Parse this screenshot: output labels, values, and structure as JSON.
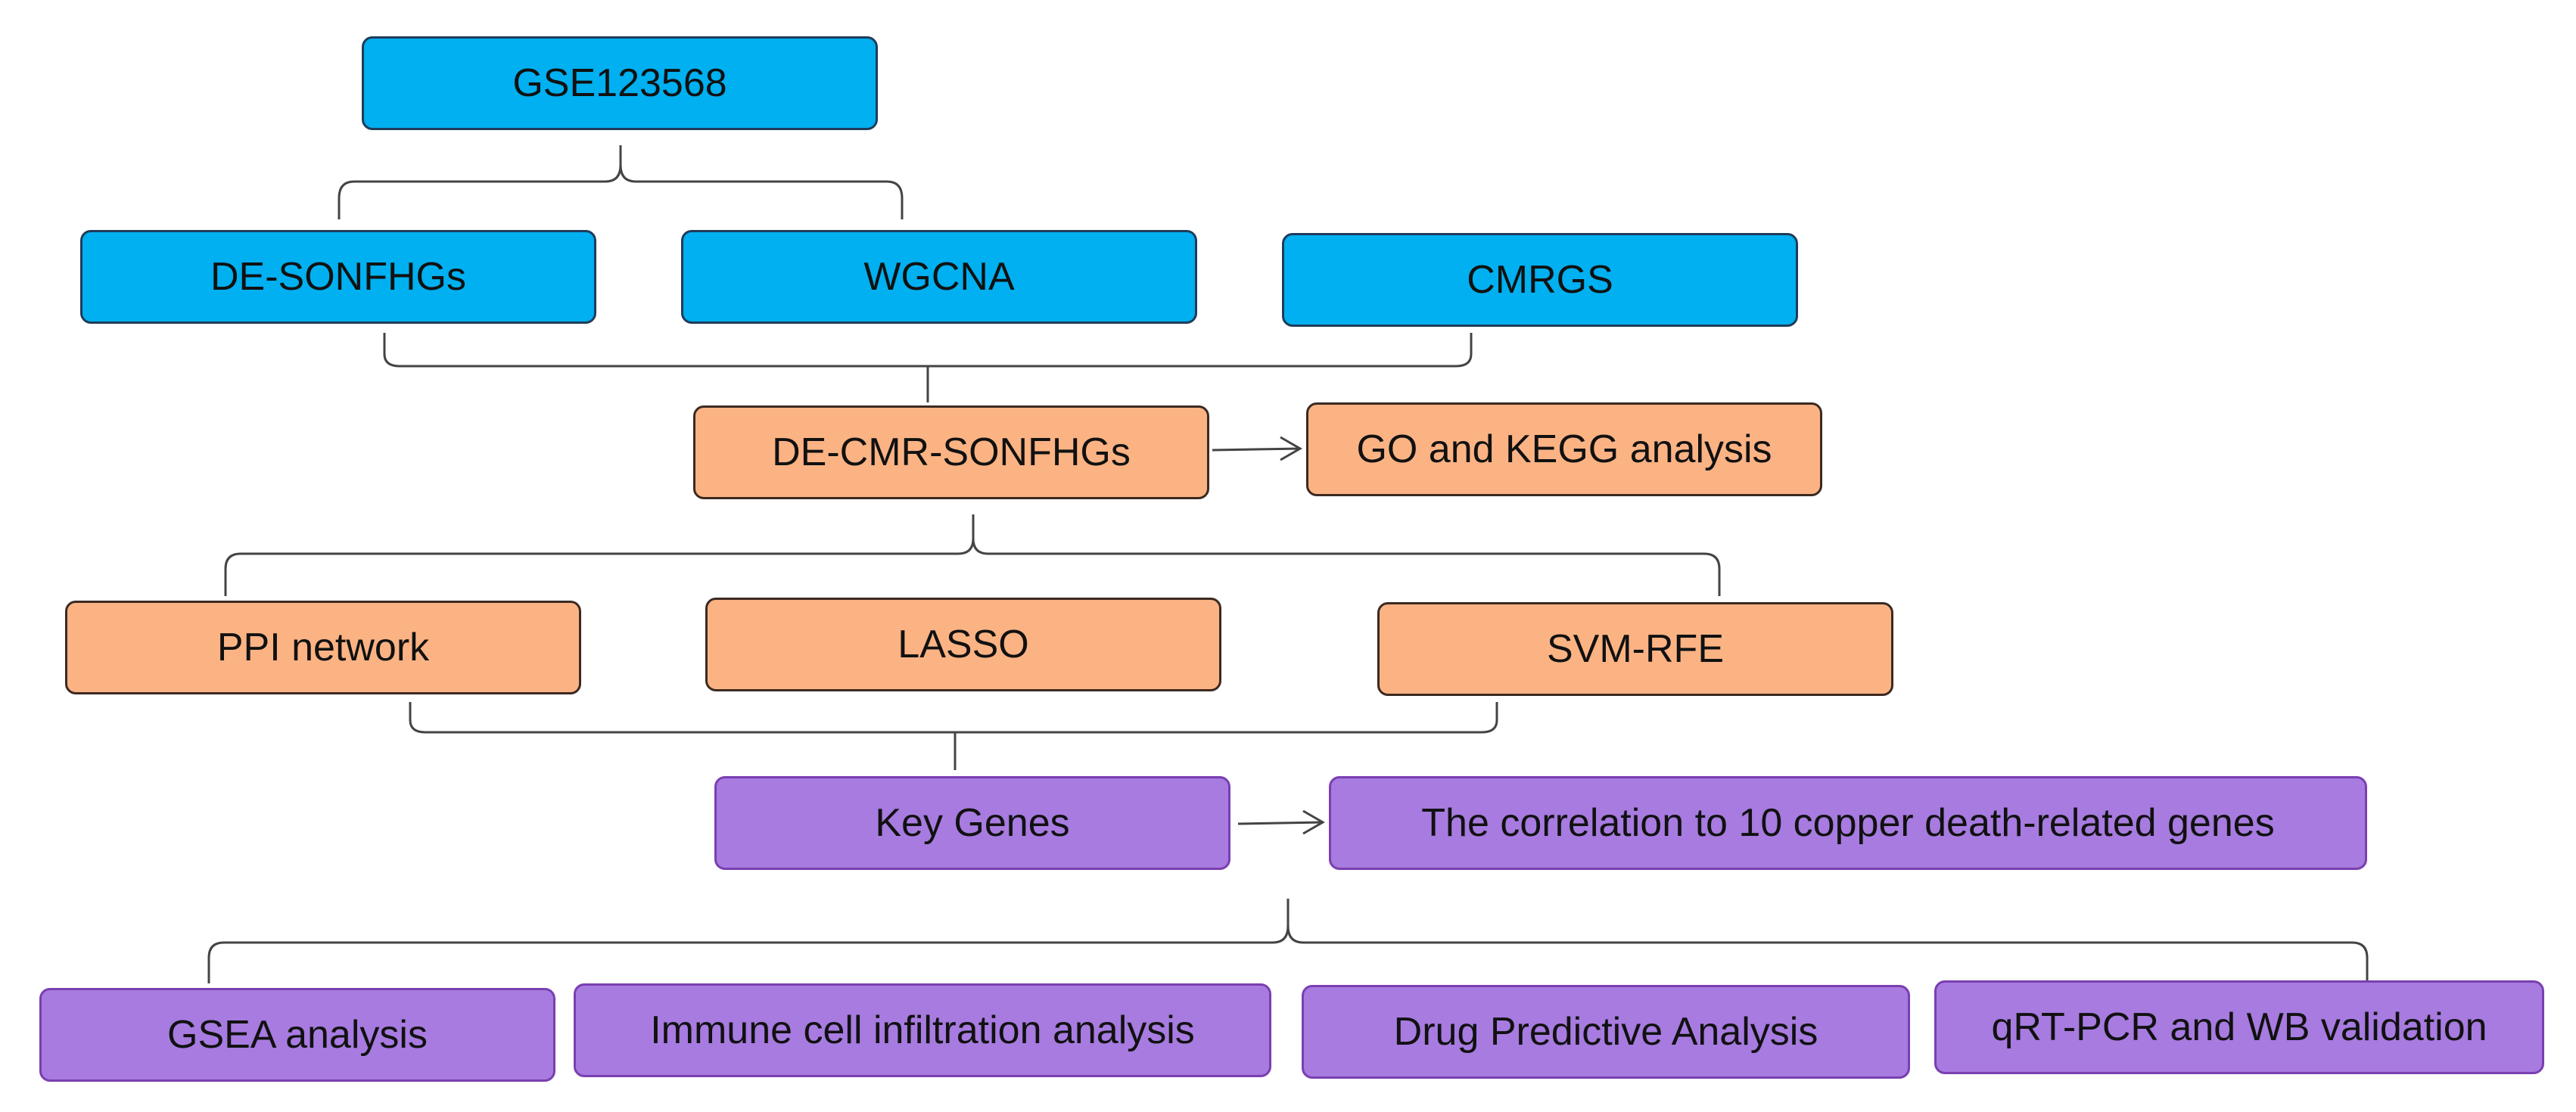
{
  "nodes": {
    "gse": "GSE123568",
    "de_sonfhgs": "DE-SONFHGs",
    "wgcna": "WGCNA",
    "cmrgs": "CMRGS",
    "de_cmr_sonfhgs": "DE-CMR-SONFHGs",
    "go_kegg": "GO and KEGG analysis",
    "ppi": "PPI network",
    "lasso": "LASSO",
    "svm_rfe": "SVM-RFE",
    "key_genes": "Key Genes",
    "correlation": "The correlation to 10 copper death-related genes",
    "gsea": "GSEA analysis",
    "immune": "Immune cell infiltration analysis",
    "drug": "Drug Predictive Analysis",
    "qrt_pcr": "qRT-PCR and WB validation"
  },
  "colors": {
    "blue": "#00b0f0",
    "orange": "#fbb384",
    "purple": "#a77be0"
  }
}
